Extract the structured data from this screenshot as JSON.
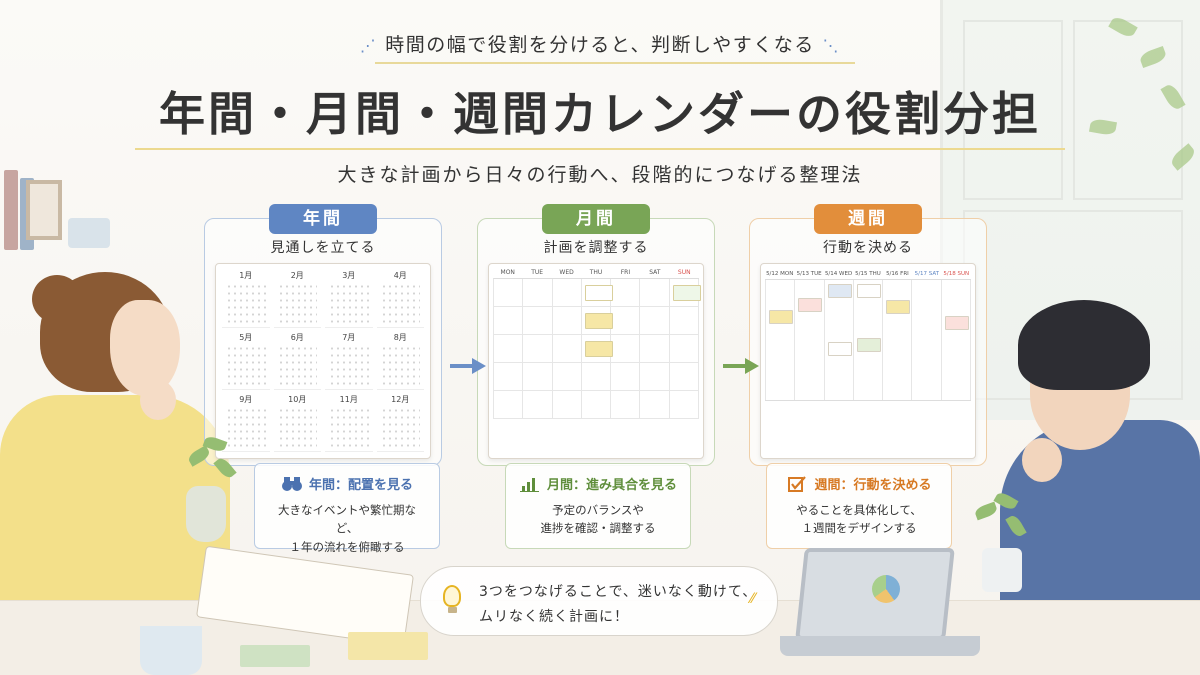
{
  "header": {
    "subtitle": "時間の幅で役割を分けると、判断しやすくなる",
    "title": "年間・月間・週間カレンダーの役割分担",
    "tagline": "大きな計画から日々の行動へ、段階的につなげる整理法"
  },
  "cards": [
    {
      "key": "year",
      "badge": "年間",
      "role": "見通しを立てる",
      "months": [
        "1月",
        "2月",
        "3月",
        "4月",
        "5月",
        "6月",
        "7月",
        "8月",
        "9月",
        "10月",
        "11月",
        "12月"
      ],
      "desc_title": "年間：配置を見る",
      "desc_line1": "大きなイベントや繁忙期など、",
      "desc_line2": "１年の流れを俯瞰する",
      "icon": "binoculars-icon",
      "color": "#5f86c3"
    },
    {
      "key": "month",
      "badge": "月間",
      "role": "計画を調整する",
      "weekdays": [
        "MON",
        "TUE",
        "WED",
        "THU",
        "FRI",
        "SAT",
        "SUN"
      ],
      "desc_title": "月間：進み具合を見る",
      "desc_line1": "予定のバランスや",
      "desc_line2": "進捗を確認・調整する",
      "icon": "bar-chart-icon",
      "color": "#79a556"
    },
    {
      "key": "week",
      "badge": "週間",
      "role": "行動を決める",
      "days": [
        "5/12 MON",
        "5/13 TUE",
        "5/14 WED",
        "5/15 THU",
        "5/16 FRI",
        "5/17 SAT",
        "5/18 SUN"
      ],
      "desc_title": "週間：行動を決める",
      "desc_line1": "やることを具体化して、",
      "desc_line2": "１週間をデザインする",
      "icon": "checkbox-icon",
      "color": "#e28e3b"
    }
  ],
  "bubble": {
    "line1": "3つをつなげることで、迷いなく動けて、",
    "line2": "ムリなく続く計画に！",
    "icon": "lightbulb-icon"
  }
}
